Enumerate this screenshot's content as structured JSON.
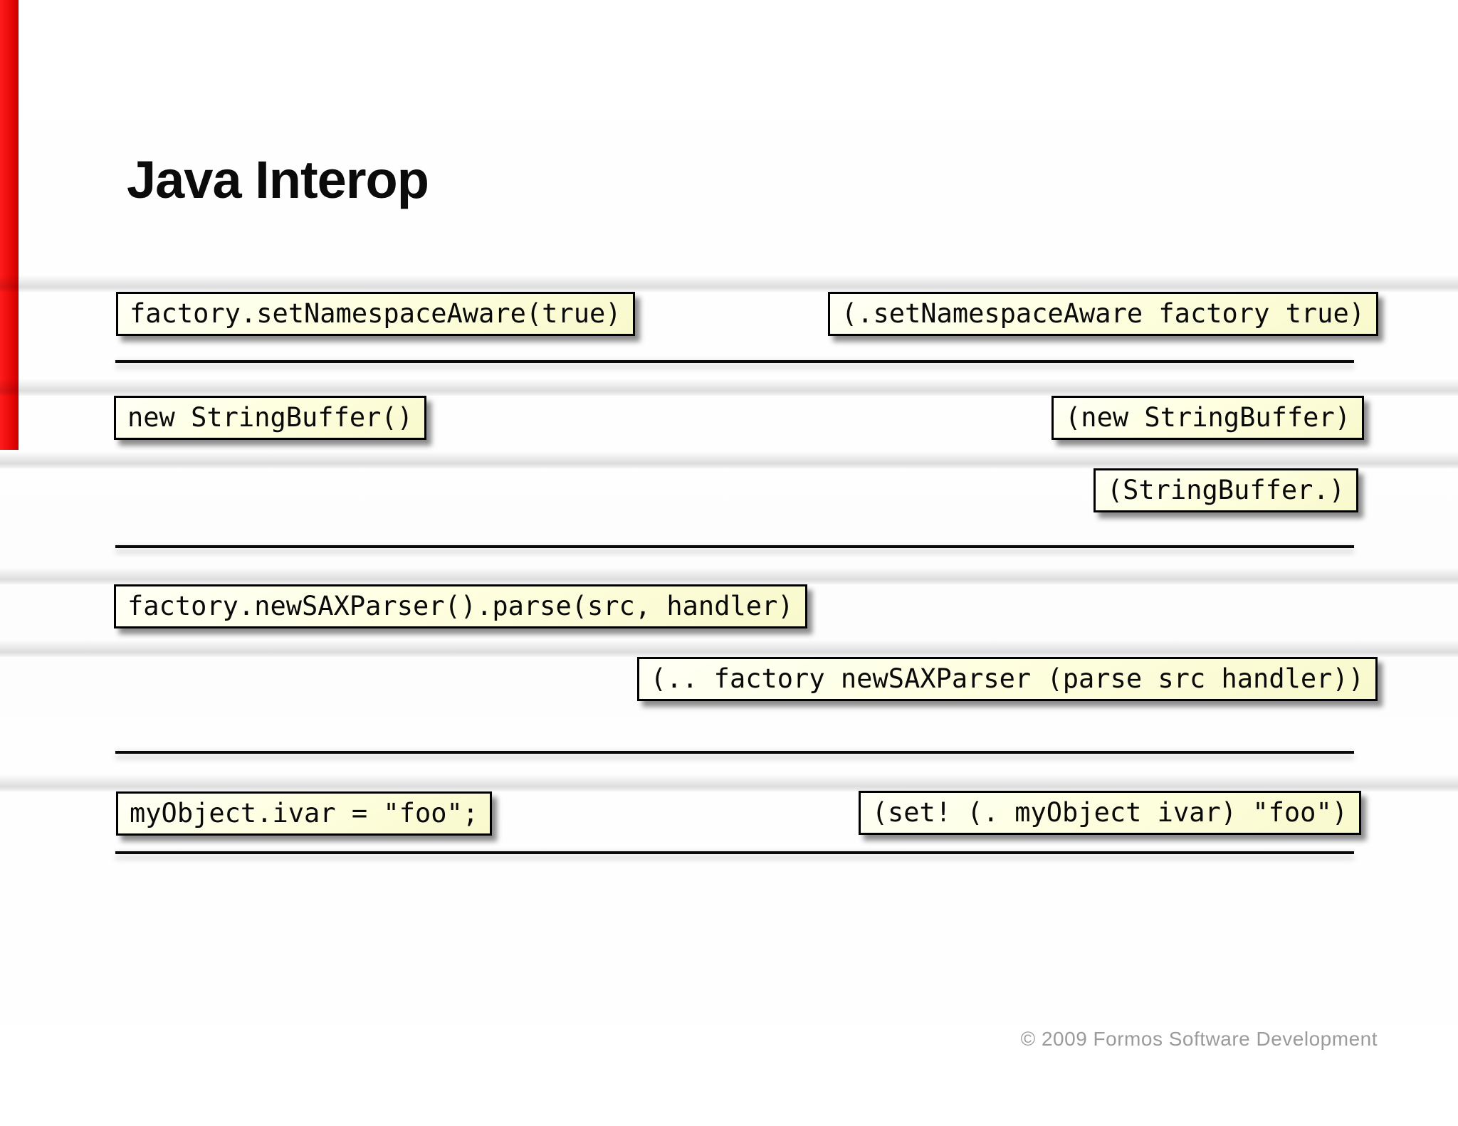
{
  "slide": {
    "title": "Java Interop",
    "rows": [
      {
        "java": "factory.setNamespaceAware(true)",
        "clojure": [
          "(.setNamespaceAware factory true)"
        ]
      },
      {
        "java": "new StringBuffer()",
        "clojure": [
          "(new StringBuffer)",
          "(StringBuffer.)"
        ]
      },
      {
        "java": "factory.newSAXParser().parse(src, handler)",
        "clojure": [
          "(.. factory newSAXParser (parse src handler))"
        ]
      },
      {
        "java": "myObject.ivar = \"foo\";",
        "clojure": [
          "(set! (. myObject ivar) \"foo\")"
        ]
      }
    ],
    "footer": {
      "copyright": "© 2009 Formos Software Development"
    },
    "colors": {
      "accent_red": "#e30505",
      "box_background": "#feffe0",
      "box_border": "#000000",
      "divider": "#0a0a0a",
      "copyright_gray": "#9b9b9b"
    }
  }
}
